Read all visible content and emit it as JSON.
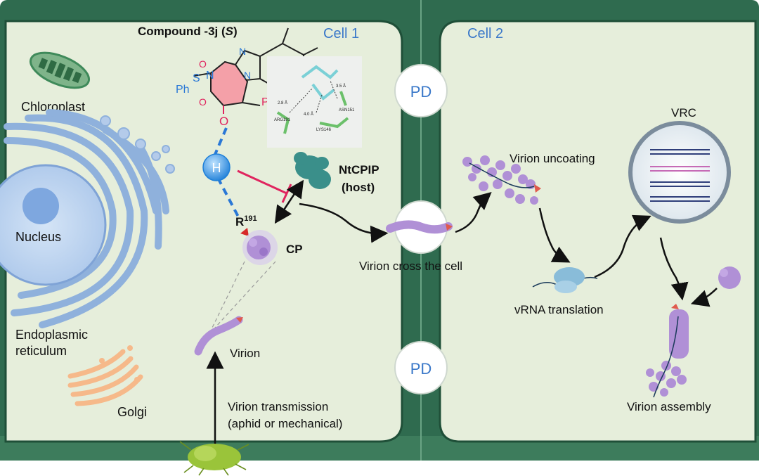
{
  "compound": {
    "title_main": "Compound -3j (",
    "title_italic": "S",
    "title_end": ")",
    "ph_label": "Ph",
    "ph_s_label": "Ph",
    "sulfur": "S",
    "nitrogen": "N",
    "oxygen": "O",
    "h_label": "H",
    "docking_labels": [
      "2.8 Å",
      "4.0 Å",
      "3.5 Å",
      "ARG191",
      "LYS146",
      "ASN151"
    ]
  },
  "cells": {
    "cell1": "Cell 1",
    "cell2": "Cell 2"
  },
  "plasmodesmata": {
    "top": "PD",
    "bottom": "PD"
  },
  "organelles": {
    "chloroplast": "Chloroplast",
    "nucleus": "Nucleus",
    "er_line1": "Endoplasmic",
    "er_line2": "reticulum",
    "golgi": "Golgi"
  },
  "cell1_labels": {
    "residue": "R",
    "residue_sup": "191",
    "host_line1": "NtCPIP",
    "host_line2": "(host)",
    "cp": "CP",
    "virion": "Virion",
    "transmission_line1": "Virion transmission",
    "transmission_line2": "(aphid or mechanical)"
  },
  "cross": {
    "label": "Virion cross the cell"
  },
  "cell2_labels": {
    "uncoating": "Virion uncoating",
    "vrc": "VRC",
    "translation": "vRNA translation",
    "assembly": "Virion assembly"
  },
  "colors": {
    "wall": "#2f6b4f",
    "wall_inner": "#4f8d6c",
    "cytoplasm": "#e6eedb",
    "organelle_blue": "#8fb1dc",
    "virion_purple": "#b090d6",
    "inhibit_red": "#e0245e",
    "bond_blue": "#2a78d6",
    "ring_pink": "#f4a0a8",
    "golgi_orange": "#f6b98a",
    "chloroplast_green": "#3f8a5a"
  }
}
